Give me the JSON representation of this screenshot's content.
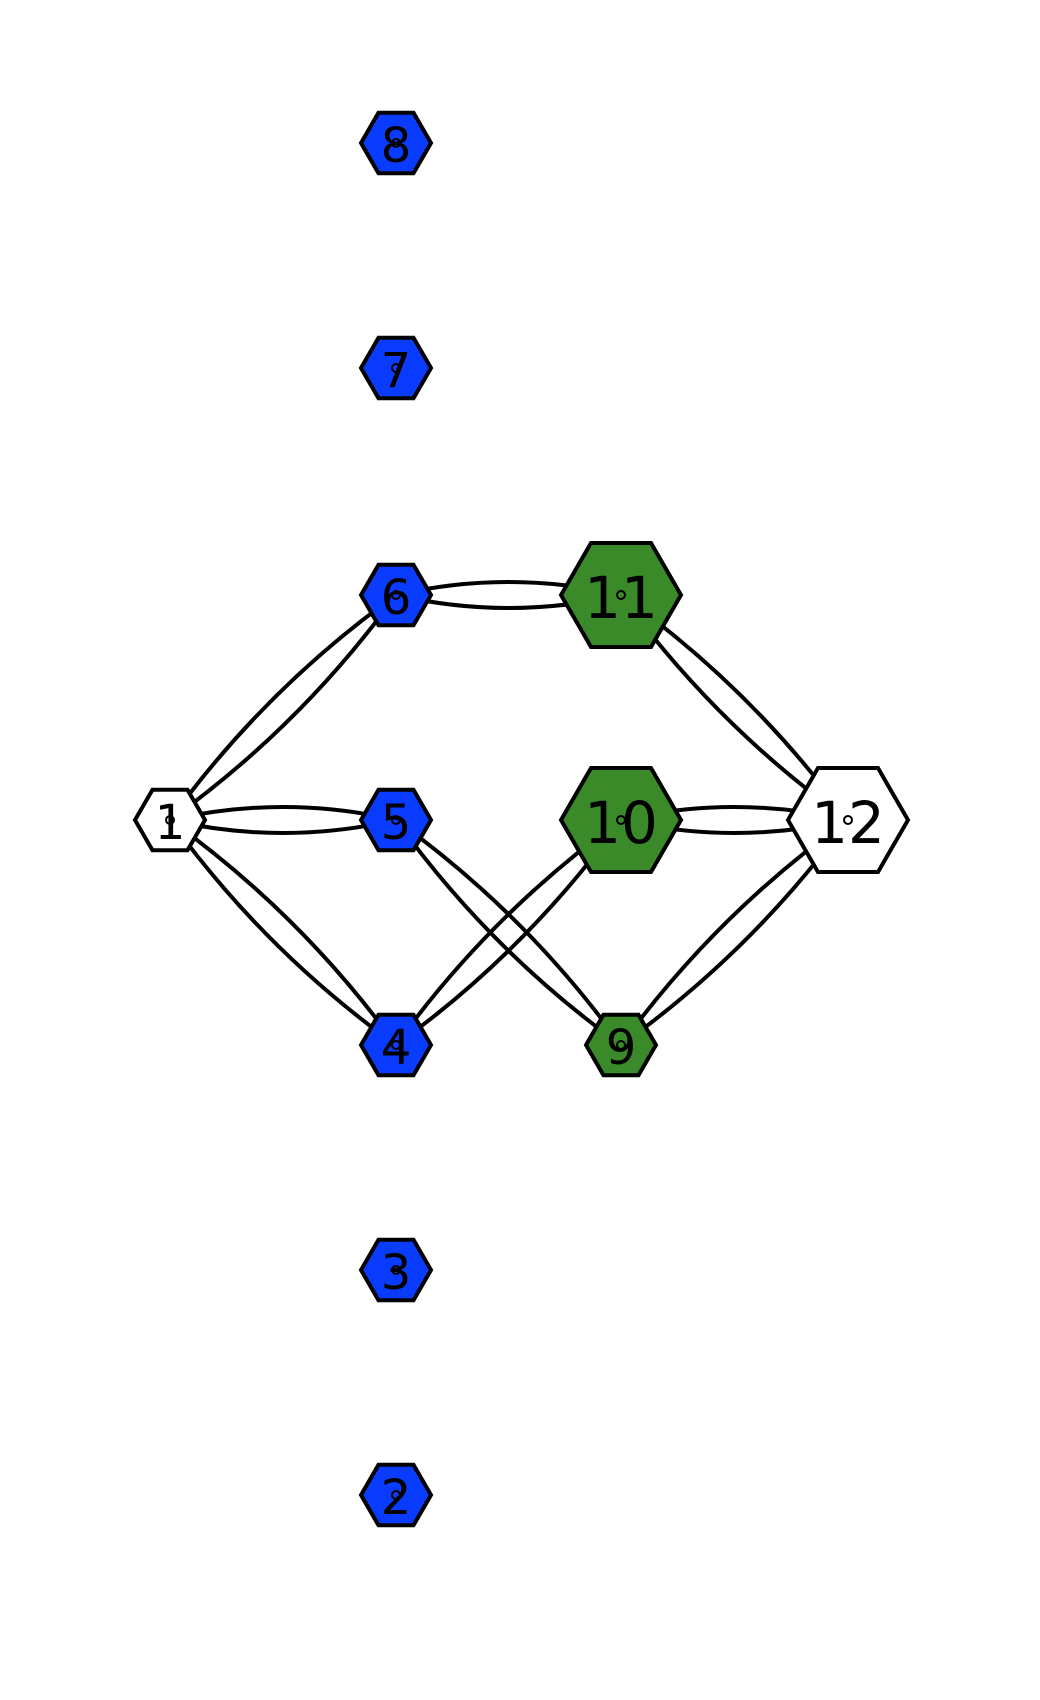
{
  "colors": {
    "blue": "#0a3cff",
    "green": "#3a8a2a",
    "white": "#ffffff",
    "stroke": "#000000"
  },
  "nodes": [
    {
      "id": "1",
      "label": "1",
      "color": "white"
    },
    {
      "id": "2",
      "label": "2",
      "color": "blue"
    },
    {
      "id": "3",
      "label": "3",
      "color": "blue"
    },
    {
      "id": "4",
      "label": "4",
      "color": "blue"
    },
    {
      "id": "5",
      "label": "5",
      "color": "blue"
    },
    {
      "id": "6",
      "label": "6",
      "color": "blue"
    },
    {
      "id": "7",
      "label": "7",
      "color": "blue"
    },
    {
      "id": "8",
      "label": "8",
      "color": "blue"
    },
    {
      "id": "9",
      "label": "9",
      "color": "green"
    },
    {
      "id": "10",
      "label": "10",
      "color": "green"
    },
    {
      "id": "11",
      "label": "11",
      "color": "green"
    },
    {
      "id": "12",
      "label": "12",
      "color": "white"
    }
  ],
  "edges": [
    {
      "from": "1",
      "to": "6"
    },
    {
      "from": "1",
      "to": "5"
    },
    {
      "from": "1",
      "to": "4"
    },
    {
      "from": "6",
      "to": "11"
    },
    {
      "from": "5",
      "to": "9"
    },
    {
      "from": "4",
      "to": "10"
    },
    {
      "from": "11",
      "to": "12"
    },
    {
      "from": "10",
      "to": "12"
    },
    {
      "from": "9",
      "to": "12"
    }
  ]
}
